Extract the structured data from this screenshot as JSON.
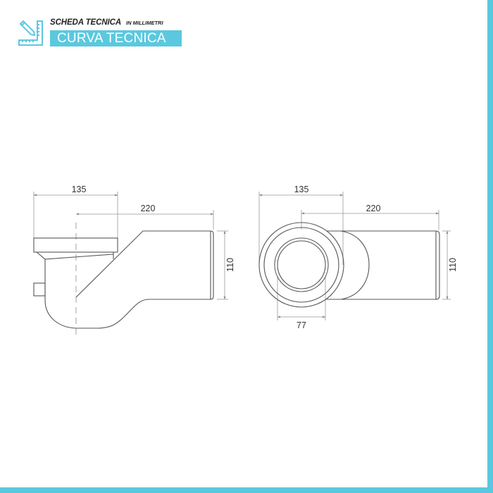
{
  "header": {
    "subtitle": "SCHEDA TECNICA",
    "unit_label": "IN MILLIMETRI",
    "title": "CURVA TECNICA",
    "icon": "pencil-ruler-icon"
  },
  "colors": {
    "accent": "#5bc8df",
    "line": "#555555",
    "dimension_line": "#999999",
    "text": "#333333"
  },
  "side_view": {
    "dimensions": {
      "width_flange": "135",
      "length_pipe": "220",
      "height_pipe": "110"
    }
  },
  "top_view": {
    "dimensions": {
      "width_flange": "135",
      "length_pipe": "220",
      "height_pipe": "110",
      "inner_diameter": "77"
    }
  },
  "units": "mm"
}
